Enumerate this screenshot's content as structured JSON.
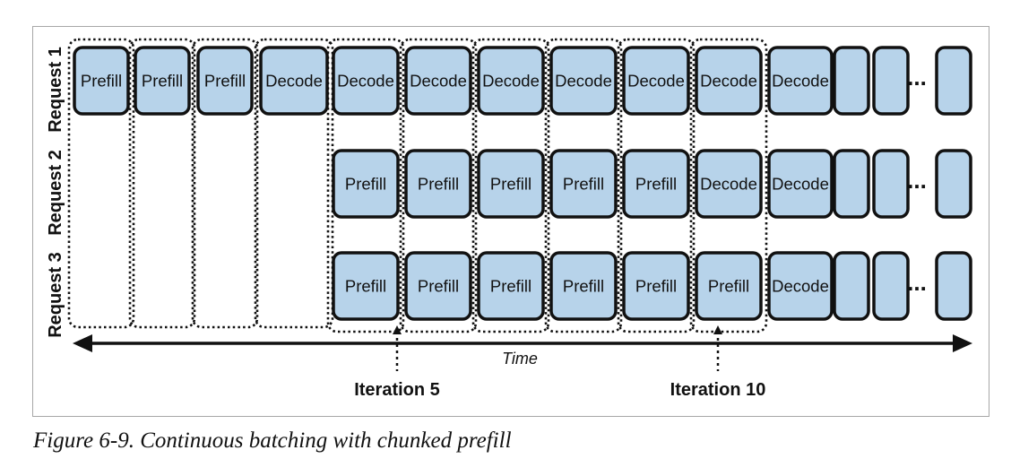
{
  "diagram": {
    "rows": [
      {
        "label": "Request 1",
        "cells": [
          "Prefill",
          "Prefill",
          "Prefill",
          "Decode",
          "Decode",
          "Decode",
          "Decode",
          "Decode",
          "Decode",
          "Decode",
          "Decode",
          "",
          "",
          ""
        ]
      },
      {
        "label": "Request 2",
        "cells": [
          null,
          null,
          null,
          null,
          "Prefill",
          "Prefill",
          "Prefill",
          "Prefill",
          "Prefill",
          "Decode",
          "Decode",
          "",
          "",
          ""
        ]
      },
      {
        "label": "Request 3",
        "cells": [
          null,
          null,
          null,
          null,
          "Prefill",
          "Prefill",
          "Prefill",
          "Prefill",
          "Prefill",
          "Prefill",
          "Decode",
          "",
          "",
          ""
        ]
      }
    ],
    "ellipsis": "...",
    "axis_label": "Time",
    "markers": [
      {
        "label": "Iteration 5",
        "column": 5
      },
      {
        "label": "Iteration 10",
        "column": 10
      }
    ],
    "colors": {
      "block_fill": "#b7d3ea",
      "stroke": "#111111"
    }
  },
  "caption": "Figure 6-9. Continuous batching with chunked prefill"
}
